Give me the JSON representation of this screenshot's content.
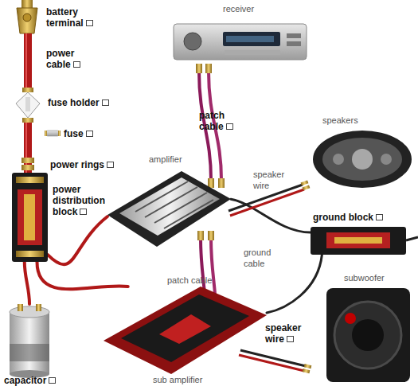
{
  "diagram": {
    "nodes": [
      {
        "text": [
          "receiver"
        ]
      },
      {
        "text": [
          "power distribution block"
        ]
      },
      {
        "text": [
          "speakers"
        ]
      },
      {
        "text": [
          "amplifier"
        ]
      },
      {
        "text": [
          "ground block"
        ]
      },
      {
        "text": [
          "capacitor"
        ]
      },
      {
        "text": [
          "sub amplifier"
        ]
      },
      {
        "text": [
          "subwoofer"
        ]
      }
    ],
    "edges": [
      {
        "from": 1,
        "to": 3,
        "arrow": "none"
      },
      {
        "from": 1,
        "to": 6,
        "arrow": "none"
      },
      {
        "from": 1,
        "to": 5,
        "arrow": "none"
      },
      {
        "from": 4,
        "to": 3,
        "arrow": "none"
      },
      {
        "from": 4,
        "to": 6,
        "label": "ground cable",
        "arrow": "none"
      }
    ],
    "labels": [
      "battery terminal",
      "power cable",
      "fuse holder",
      "fuse",
      "power rings",
      "patch cable",
      "speaker wire",
      "patch cable",
      "speaker wire"
    ]
  }
}
